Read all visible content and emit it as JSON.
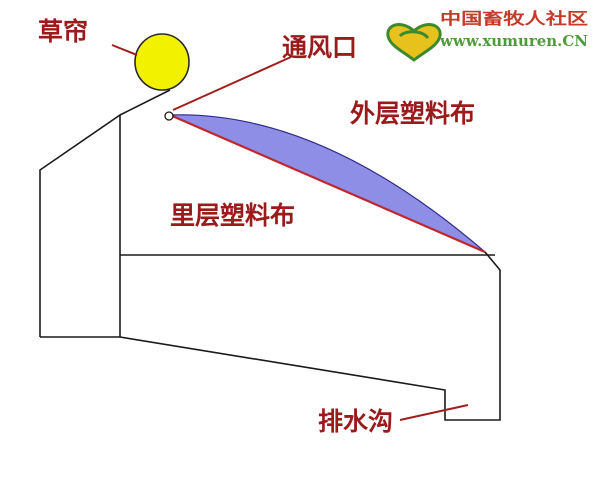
{
  "labels": {
    "straw_curtain": "草帘",
    "vent": "通风口",
    "outer_film": "外层塑料布",
    "inner_film": "里层塑料布",
    "drain_ditch": "排水沟"
  },
  "watermark": {
    "site_cn": "中国畜牧人社区",
    "url": "www.xumuren.CN"
  },
  "colors": {
    "outline": "#1a1a1a",
    "label_red": "#9a1b1b",
    "leader_red": "#a01e1e",
    "sun_yellow": "#f2f200",
    "film_fill": "#8f8ee6",
    "film_edge": "#2b2b8c",
    "inner_film_line": "#c0262c"
  }
}
